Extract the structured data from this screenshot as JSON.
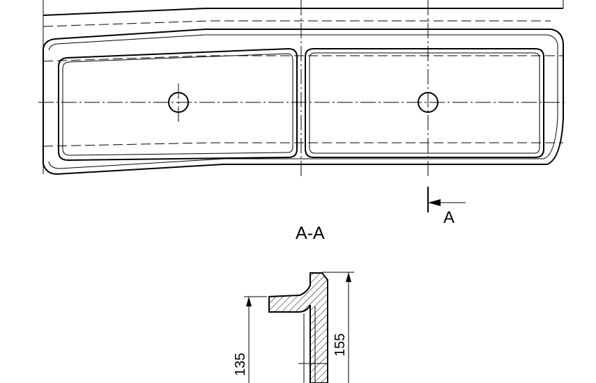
{
  "section_marker": {
    "letter": "A"
  },
  "section_view": {
    "title": "A-A",
    "dimensions": {
      "left_height": "135",
      "right_height": "155"
    }
  }
}
